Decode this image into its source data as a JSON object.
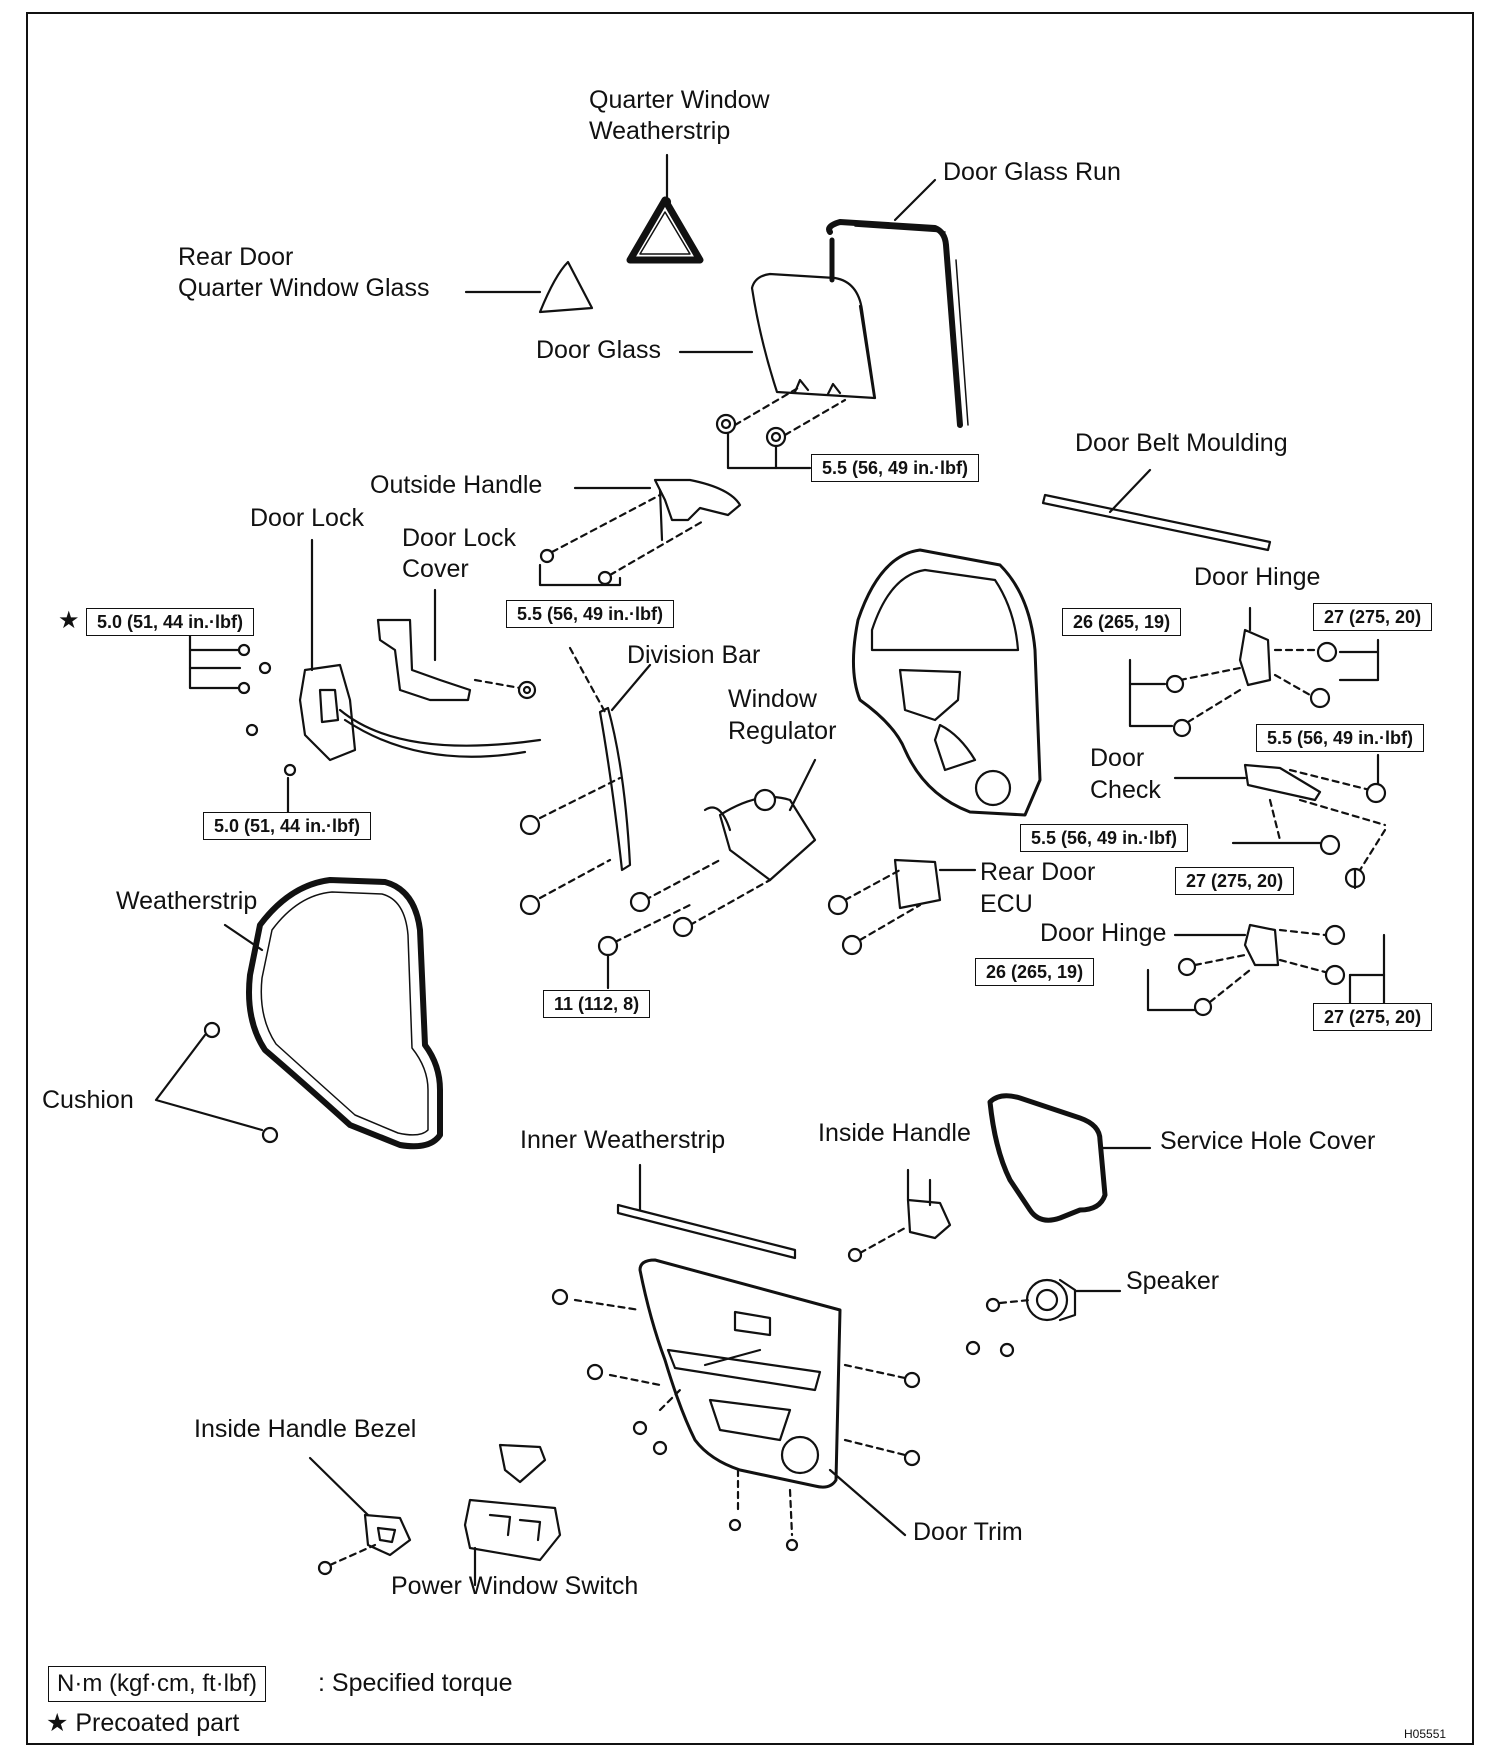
{
  "labels": {
    "quarter_window_weatherstrip": [
      "Quarter Window",
      "Weatherstrip"
    ],
    "door_glass_run": "Door Glass Run",
    "rear_door_quarter_window_glass": [
      "Rear Door",
      "Quarter Window Glass"
    ],
    "door_glass": "Door Glass",
    "door_belt_moulding": "Door Belt Moulding",
    "outside_handle": "Outside Handle",
    "door_lock": "Door Lock",
    "door_lock_cover": [
      "Door Lock",
      "Cover"
    ],
    "division_bar": "Division Bar",
    "window_regulator": [
      "Window",
      "Regulator"
    ],
    "door_hinge_upper": "Door Hinge",
    "door_check": [
      "Door",
      "Check"
    ],
    "rear_door_ecu": [
      "Rear Door",
      "ECU"
    ],
    "door_hinge_lower": "Door Hinge",
    "weatherstrip": "Weatherstrip",
    "cushion": "Cushion",
    "inner_weatherstrip": "Inner Weatherstrip",
    "inside_handle": "Inside Handle",
    "service_hole_cover": "Service Hole Cover",
    "speaker": "Speaker",
    "inside_handle_bezel": "Inside Handle Bezel",
    "door_trim": "Door Trim",
    "power_window_switch": "Power Window Switch"
  },
  "torques": {
    "door_glass": "5.5 (56, 49 in.·lbf)",
    "outside_handle": "5.5 (56, 49 in.·lbf)",
    "door_lock_top": "5.0 (51, 44 in.·lbf)",
    "door_lock_bottom": "5.0 (51, 44 in.·lbf)",
    "hinge_upper_left": "26 (265, 19)",
    "hinge_upper_right": "27 (275, 20)",
    "door_check_right": "5.5 (56, 49 in.·lbf)",
    "door_check_left": "5.5 (56, 49 in.·lbf)",
    "door_check_bottom": "27 (275, 20)",
    "regulator": "11 (112, 8)",
    "hinge_lower_left": "26 (265, 19)",
    "hinge_lower_right": "27 (275, 20)"
  },
  "precoated_star": "★",
  "legend": {
    "unit_box": "N·m (kgf·cm, ft·lbf)",
    "unit_desc": ": Specified torque",
    "star_line": "★ Precoated part"
  },
  "figure_code": "H05551"
}
